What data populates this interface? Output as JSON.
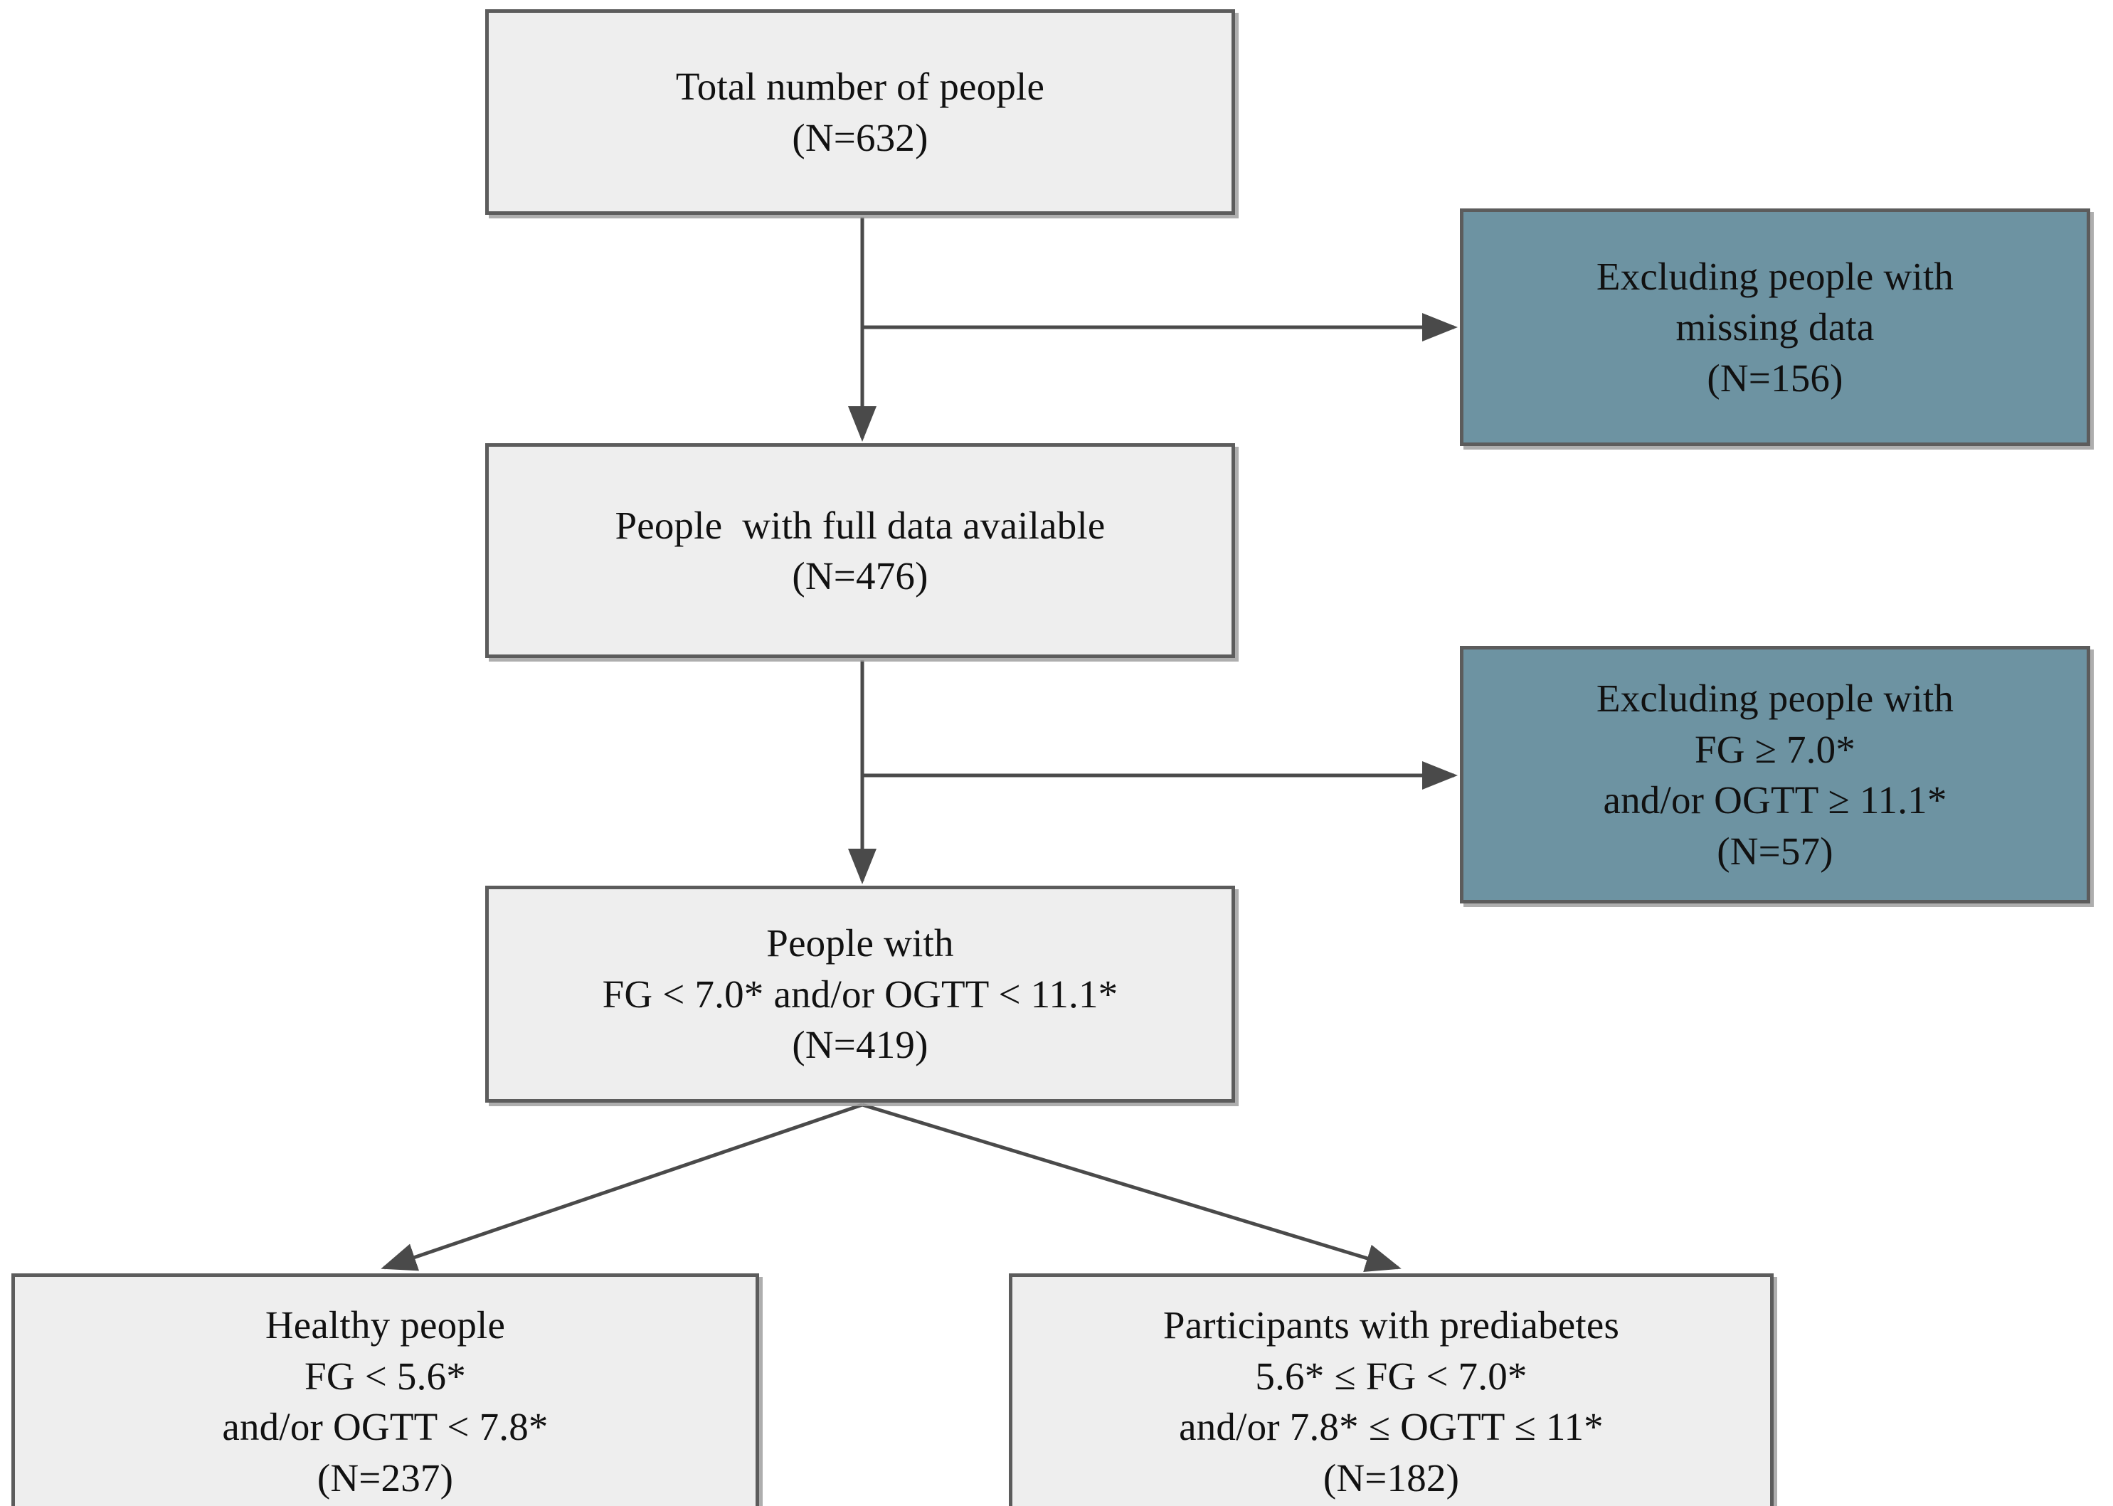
{
  "diagram": {
    "type": "flowchart",
    "title": "Participant selection flow chart",
    "colors": {
      "node_fill_gray": "#eeeeee",
      "node_fill_teal": "#6d93a2",
      "node_border": "#5c5c5c",
      "connector": "#4a4a4a",
      "text": "#111111",
      "background": "#ffffff"
    },
    "nodes": {
      "total": {
        "id": "total-people",
        "style": "gray",
        "lines": [
          "Total number of people",
          "(N=632)"
        ],
        "count": 632
      },
      "excluded_missing": {
        "id": "excluded-missing-data",
        "style": "teal",
        "lines": [
          "Excluding people with",
          "missing data",
          "(N=156)"
        ],
        "count": 156
      },
      "full_data": {
        "id": "people-full-data",
        "style": "gray",
        "lines": [
          "People  with full data available",
          "(N=476)"
        ],
        "count": 476
      },
      "excluded_diabetes": {
        "id": "excluded-diabetes-range",
        "style": "teal",
        "lines": [
          "Excluding people with",
          "FG ≥ 7.0*",
          "and/or OGTT ≥ 11.1*",
          "(N=57)"
        ],
        "count": 57
      },
      "eligible": {
        "id": "people-eligible",
        "style": "gray",
        "lines": [
          "People with",
          "FG < 7.0* and/or OGTT < 11.1*",
          "(N=419)"
        ],
        "count": 419
      },
      "healthy": {
        "id": "healthy-people",
        "style": "gray",
        "lines": [
          "Healthy people",
          "FG < 5.6*",
          "and/or OGTT < 7.8*",
          "(N=237)"
        ],
        "count": 237
      },
      "prediabetes": {
        "id": "participants-prediabetes",
        "style": "gray",
        "lines": [
          "Participants with prediabetes",
          "5.6* ≤ FG < 7.0*",
          "and/or 7.8* ≤ OGTT ≤ 11*",
          "(N=182)"
        ],
        "count": 182
      }
    },
    "edges": [
      {
        "from": "total",
        "to": "full_data",
        "kind": "vertical-arrow"
      },
      {
        "from": "total",
        "to": "excluded_missing",
        "kind": "branch-right-arrow"
      },
      {
        "from": "full_data",
        "to": "eligible",
        "kind": "vertical-arrow"
      },
      {
        "from": "full_data",
        "to": "excluded_diabetes",
        "kind": "branch-right-arrow"
      },
      {
        "from": "eligible",
        "to": "healthy",
        "kind": "diagonal-left-arrow"
      },
      {
        "from": "eligible",
        "to": "prediabetes",
        "kind": "diagonal-right-arrow"
      }
    ]
  }
}
